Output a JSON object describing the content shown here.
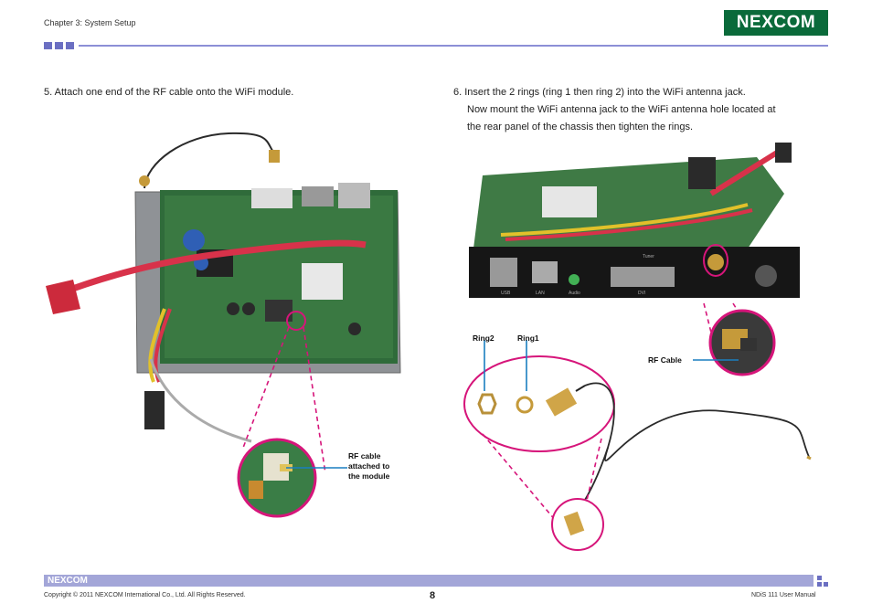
{
  "header": {
    "chapter": "Chapter 3: System Setup",
    "logo_text": "NEXCOM"
  },
  "steps": {
    "step5": "5. Attach one end of the RF cable onto the WiFi module.",
    "step6_line1": "6. Insert the 2 rings (ring 1 then ring 2) into the WiFi antenna jack.",
    "step6_line2": "Now mount the WiFi antenna jack to the WiFi antenna hole located at",
    "step6_line3": "the rear panel of the chassis then tighten the rings."
  },
  "labels": {
    "rf_attached_1": "RF cable",
    "rf_attached_2": "attached to",
    "rf_attached_3": "the module",
    "ring2": "Ring2",
    "ring1": "Ring1",
    "rf_cable": "RF Cable"
  },
  "panel_labels": {
    "usb": "USB",
    "lan": "LAN",
    "audio": "Audio",
    "dvi": "DVI",
    "tuner": "Tuner"
  },
  "footer": {
    "logo_text": "NEXCOM",
    "copyright": "Copyright © 2011 NEXCOM International Co., Ltd. All Rights Reserved.",
    "page_number": "8",
    "manual": "NDiS 111 User Manual"
  },
  "colors": {
    "accent": "#8c8fd6",
    "brand": "#0a6a3a",
    "callout": "#d6157a",
    "pointer": "#1a7fc0"
  }
}
